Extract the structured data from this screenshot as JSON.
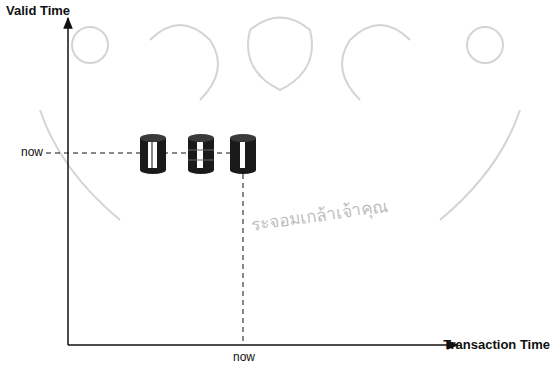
{
  "diagram": {
    "labels": [
      "Valid Time",
      "now",
      "now",
      "Transaction Time",
      "ระจอมเกล้าเจ้าคุณ"
    ]
  }
}
